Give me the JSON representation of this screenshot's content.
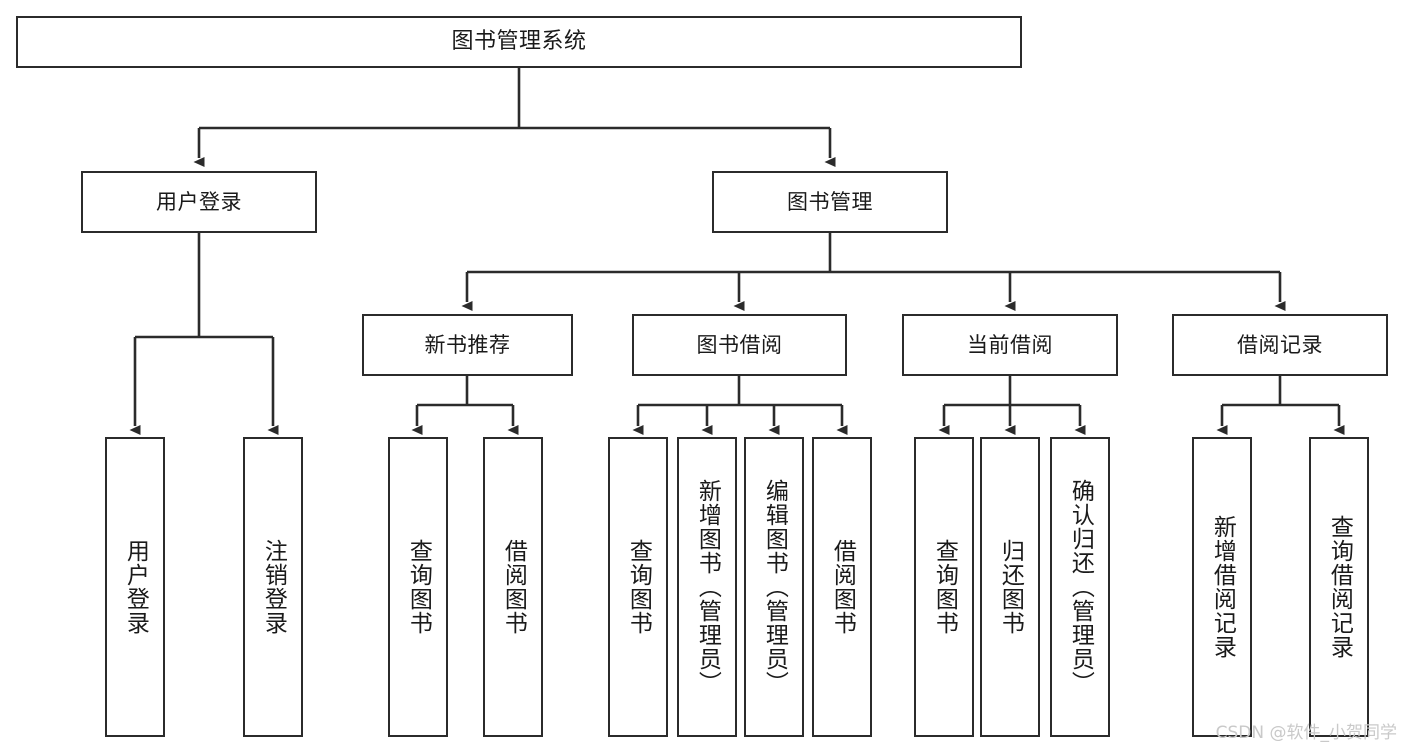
{
  "diagram": {
    "type": "tree",
    "title": "图书管理系统",
    "watermark": "CSDN @软件_小贺同学",
    "colors": {
      "border": "#2b2b2b",
      "background": "#ffffff",
      "text": "#1a1a1a",
      "edge": "#333333",
      "watermark": "#c9c9c9"
    },
    "nodes": {
      "root": {
        "label": "图书管理系统"
      },
      "tier2": [
        {
          "label": "用户登录"
        },
        {
          "label": "图书管理"
        }
      ],
      "tier3": [
        {
          "label": "新书推荐"
        },
        {
          "label": "图书借阅"
        },
        {
          "label": "当前借阅"
        },
        {
          "label": "借阅记录"
        }
      ],
      "leaves": {
        "user_login": [
          {
            "label": "用户登录"
          },
          {
            "label": "注销登录"
          }
        ],
        "new_book": [
          {
            "label": "查询图书"
          },
          {
            "label": "借阅图书"
          }
        ],
        "book_borrow": [
          {
            "label": "查询图书"
          },
          {
            "label": "新增图书（管理员）"
          },
          {
            "label": "编辑图书（管理员）"
          },
          {
            "label": "借阅图书"
          }
        ],
        "current_borrow": [
          {
            "label": "查询图书"
          },
          {
            "label": "归还图书"
          },
          {
            "label": "确认归还（管理员）"
          }
        ],
        "borrow_record": [
          {
            "label": "新增借阅记录"
          },
          {
            "label": "查询借阅记录"
          }
        ]
      }
    }
  }
}
